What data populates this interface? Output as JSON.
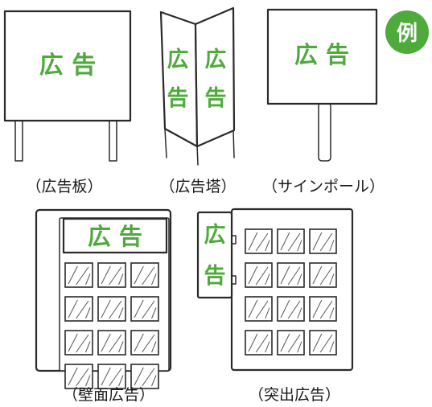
{
  "badge": {
    "label": "例",
    "color": "#4faa3c"
  },
  "ad_text_color": "#4faa3c",
  "signs": [
    {
      "id": "kanban",
      "text": "広 告",
      "caption": "（広告板）"
    },
    {
      "id": "kokokuto",
      "text_left_top": "広",
      "text_left_bottom": "告",
      "text_right_top": "広",
      "text_right_bottom": "告",
      "caption": "（広告塔）"
    },
    {
      "id": "sign-pole",
      "text": "広 告",
      "caption": "（サインポール）"
    },
    {
      "id": "wall",
      "text": "広 告",
      "caption": "（壁面広告）"
    },
    {
      "id": "projecting",
      "text_top": "広",
      "text_bottom": "告",
      "caption": "（突出広告）"
    }
  ]
}
